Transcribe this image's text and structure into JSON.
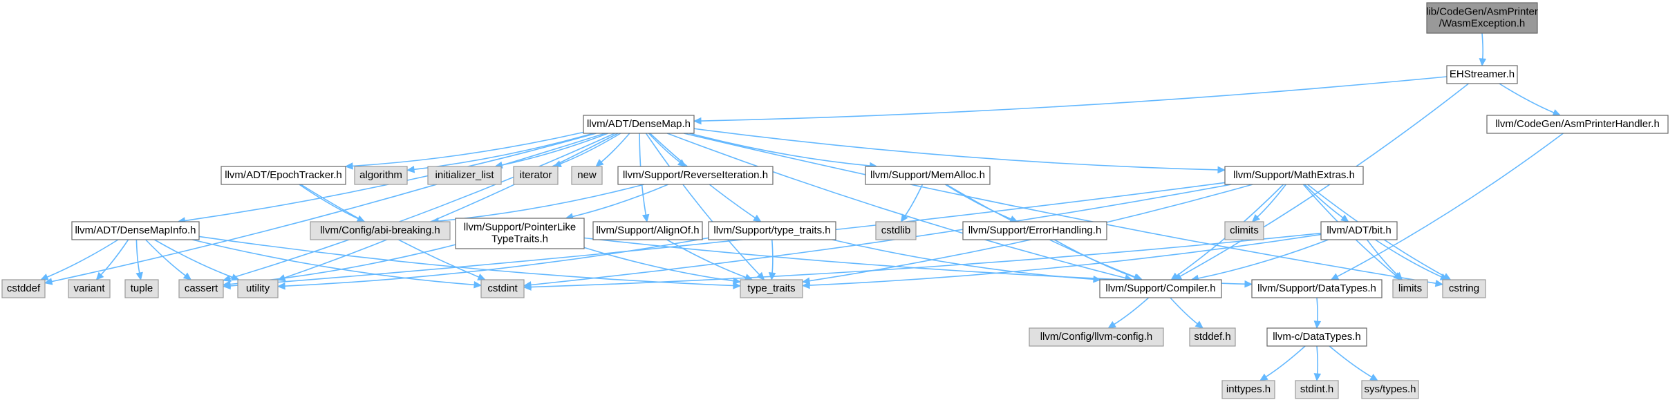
{
  "colors": {
    "root_fill": "#999999",
    "root_stroke": "#666666",
    "documented_fill": "#ffffff",
    "documented_stroke": "#666666",
    "external_fill": "#e0e0e0",
    "external_stroke": "#999999",
    "edge": "#63b8ff"
  },
  "nodes": [
    {
      "id": "root",
      "label": [
        "lib/CodeGen/AsmPrinter",
        "/WasmException.h"
      ],
      "kind": "root"
    },
    {
      "id": "ehstreamer",
      "label": [
        "EHStreamer.h"
      ],
      "kind": "documented"
    },
    {
      "id": "densemap",
      "label": [
        "llvm/ADT/DenseMap.h"
      ],
      "kind": "documented"
    },
    {
      "id": "asmprinterhandler",
      "label": [
        "llvm/CodeGen/AsmPrinterHandler.h"
      ],
      "kind": "documented"
    },
    {
      "id": "epochtracker",
      "label": [
        "llvm/ADT/EpochTracker.h"
      ],
      "kind": "documented"
    },
    {
      "id": "algorithm",
      "label": [
        "algorithm"
      ],
      "kind": "external"
    },
    {
      "id": "initializer_list",
      "label": [
        "initializer_list"
      ],
      "kind": "external"
    },
    {
      "id": "iterator",
      "label": [
        "iterator"
      ],
      "kind": "external"
    },
    {
      "id": "new",
      "label": [
        "new"
      ],
      "kind": "external"
    },
    {
      "id": "reverseiteration",
      "label": [
        "llvm/Support/ReverseIteration.h"
      ],
      "kind": "documented"
    },
    {
      "id": "memalloc",
      "label": [
        "llvm/Support/MemAlloc.h"
      ],
      "kind": "documented"
    },
    {
      "id": "mathextras",
      "label": [
        "llvm/Support/MathExtras.h"
      ],
      "kind": "documented"
    },
    {
      "id": "densemapinfo",
      "label": [
        "llvm/ADT/DenseMapInfo.h"
      ],
      "kind": "documented"
    },
    {
      "id": "abibreaking",
      "label": [
        "llvm/Config/abi-breaking.h"
      ],
      "kind": "external"
    },
    {
      "id": "pointerlike",
      "label": [
        "llvm/Support/PointerLike",
        "TypeTraits.h"
      ],
      "kind": "documented"
    },
    {
      "id": "alignof",
      "label": [
        "llvm/Support/AlignOf.h"
      ],
      "kind": "documented"
    },
    {
      "id": "typetraits_h",
      "label": [
        "llvm/Support/type_traits.h"
      ],
      "kind": "documented"
    },
    {
      "id": "cstdlib",
      "label": [
        "cstdlib"
      ],
      "kind": "external"
    },
    {
      "id": "errorhandling",
      "label": [
        "llvm/Support/ErrorHandling.h"
      ],
      "kind": "documented"
    },
    {
      "id": "climits",
      "label": [
        "climits"
      ],
      "kind": "external"
    },
    {
      "id": "bit",
      "label": [
        "llvm/ADT/bit.h"
      ],
      "kind": "documented"
    },
    {
      "id": "cstddef",
      "label": [
        "cstddef"
      ],
      "kind": "external"
    },
    {
      "id": "variant",
      "label": [
        "variant"
      ],
      "kind": "external"
    },
    {
      "id": "tuple",
      "label": [
        "tuple"
      ],
      "kind": "external"
    },
    {
      "id": "cassert",
      "label": [
        "cassert"
      ],
      "kind": "external"
    },
    {
      "id": "utility",
      "label": [
        "utility"
      ],
      "kind": "external"
    },
    {
      "id": "cstdint",
      "label": [
        "cstdint"
      ],
      "kind": "external"
    },
    {
      "id": "type_traits",
      "label": [
        "type_traits"
      ],
      "kind": "external"
    },
    {
      "id": "compiler",
      "label": [
        "llvm/Support/Compiler.h"
      ],
      "kind": "documented"
    },
    {
      "id": "datatypes",
      "label": [
        "llvm/Support/DataTypes.h"
      ],
      "kind": "documented"
    },
    {
      "id": "limits",
      "label": [
        "limits"
      ],
      "kind": "external"
    },
    {
      "id": "cstring",
      "label": [
        "cstring"
      ],
      "kind": "external"
    },
    {
      "id": "llvmconfig",
      "label": [
        "llvm/Config/llvm-config.h"
      ],
      "kind": "external"
    },
    {
      "id": "stddef",
      "label": [
        "stddef.h"
      ],
      "kind": "external"
    },
    {
      "id": "cdatatypes",
      "label": [
        "llvm-c/DataTypes.h"
      ],
      "kind": "documented"
    },
    {
      "id": "inttypes",
      "label": [
        "inttypes.h"
      ],
      "kind": "external"
    },
    {
      "id": "stdint",
      "label": [
        "stdint.h"
      ],
      "kind": "external"
    },
    {
      "id": "systypes",
      "label": [
        "sys/types.h"
      ],
      "kind": "external"
    }
  ],
  "edges": [
    [
      "root",
      "ehstreamer"
    ],
    [
      "ehstreamer",
      "densemap"
    ],
    [
      "ehstreamer",
      "asmprinterhandler"
    ],
    [
      "ehstreamer",
      "compiler"
    ],
    [
      "asmprinterhandler",
      "datatypes"
    ],
    [
      "densemap",
      "densemapinfo"
    ],
    [
      "densemap",
      "epochtracker"
    ],
    [
      "densemap",
      "algorithm"
    ],
    [
      "densemap",
      "initializer_list"
    ],
    [
      "densemap",
      "iterator"
    ],
    [
      "densemap",
      "new"
    ],
    [
      "densemap",
      "reverseiteration"
    ],
    [
      "densemap",
      "memalloc"
    ],
    [
      "densemap",
      "mathextras"
    ],
    [
      "densemap",
      "alignof"
    ],
    [
      "densemap",
      "typetraits_h"
    ],
    [
      "densemap",
      "compiler"
    ],
    [
      "densemap",
      "cstddef"
    ],
    [
      "densemap",
      "cassert"
    ],
    [
      "densemap",
      "utility"
    ],
    [
      "densemap",
      "type_traits"
    ],
    [
      "densemap",
      "cstring"
    ],
    [
      "epochtracker",
      "abibreaking"
    ],
    [
      "epochtracker",
      "cstdint"
    ],
    [
      "reverseiteration",
      "abibreaking"
    ],
    [
      "reverseiteration",
      "pointerlike"
    ],
    [
      "pointerlike",
      "cassert"
    ],
    [
      "pointerlike",
      "type_traits"
    ],
    [
      "pointerlike",
      "datatypes"
    ],
    [
      "alignof",
      "type_traits"
    ],
    [
      "typetraits_h",
      "utility"
    ],
    [
      "typetraits_h",
      "type_traits"
    ],
    [
      "typetraits_h",
      "compiler"
    ],
    [
      "memalloc",
      "cstdlib"
    ],
    [
      "memalloc",
      "errorhandling"
    ],
    [
      "memalloc",
      "compiler"
    ],
    [
      "errorhandling",
      "compiler"
    ],
    [
      "mathextras",
      "cassert"
    ],
    [
      "mathextras",
      "climits"
    ],
    [
      "mathextras",
      "bit"
    ],
    [
      "mathextras",
      "compiler"
    ],
    [
      "mathextras",
      "cstdint"
    ],
    [
      "mathextras",
      "type_traits"
    ],
    [
      "mathextras",
      "limits"
    ],
    [
      "mathextras",
      "cstring"
    ],
    [
      "bit",
      "compiler"
    ],
    [
      "bit",
      "cstdint"
    ],
    [
      "bit",
      "limits"
    ],
    [
      "bit",
      "type_traits"
    ],
    [
      "bit",
      "cstring"
    ],
    [
      "densemapinfo",
      "cstddef"
    ],
    [
      "densemapinfo",
      "variant"
    ],
    [
      "densemapinfo",
      "tuple"
    ],
    [
      "densemapinfo",
      "cassert"
    ],
    [
      "densemapinfo",
      "utility"
    ],
    [
      "densemapinfo",
      "cstdint"
    ],
    [
      "densemapinfo",
      "type_traits"
    ],
    [
      "compiler",
      "llvmconfig"
    ],
    [
      "compiler",
      "stddef"
    ],
    [
      "datatypes",
      "cdatatypes"
    ],
    [
      "cdatatypes",
      "inttypes"
    ],
    [
      "cdatatypes",
      "stdint"
    ],
    [
      "cdatatypes",
      "systypes"
    ]
  ]
}
